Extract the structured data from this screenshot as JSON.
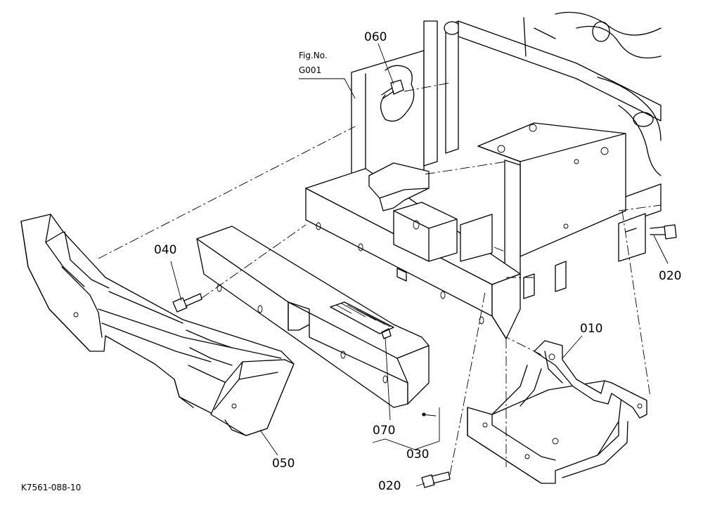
{
  "labels": {
    "fig_ref_line1": "Fig.No.",
    "fig_ref_line2": "G001",
    "part_060": "060",
    "part_040": "040",
    "part_020_right": "020",
    "part_010": "010",
    "part_070": "070",
    "part_030": "030",
    "part_050": "050",
    "part_020_bottom": "020",
    "drawing_number": "K7561-088-10"
  }
}
